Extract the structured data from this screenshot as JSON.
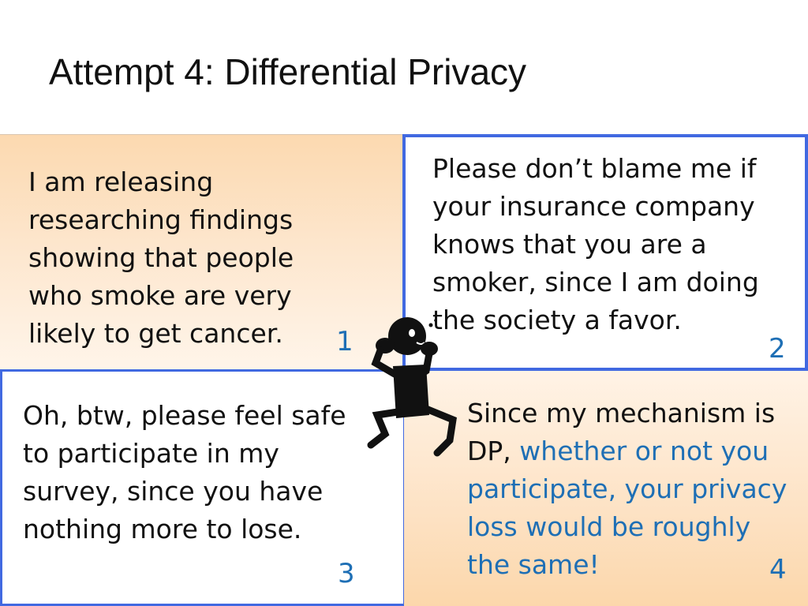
{
  "title": "Attempt 4: Differential Privacy",
  "panels": {
    "p1": {
      "text": "I am releasing researching findings showing that people who smoke are very likely to get cancer.",
      "number": "1"
    },
    "p2": {
      "text": "Please don’t blame me if your insurance company knows that you are a smoker, since I am doing the society a favor.",
      "number": "2"
    },
    "p3": {
      "text": "Oh, btw, please feel safe to participate in my survey, since you have nothing more to lose.",
      "number": "3"
    },
    "p4": {
      "text_plain": "Since my mechanism is DP, ",
      "text_highlight": "whether or not you participate, your privacy loss would be roughly the same!",
      "number": "4"
    }
  },
  "colors": {
    "accent_blue": "#1e6fb5",
    "border_blue": "#4169e1"
  },
  "icons": {
    "figure": "thinking-stick-figure-icon"
  }
}
